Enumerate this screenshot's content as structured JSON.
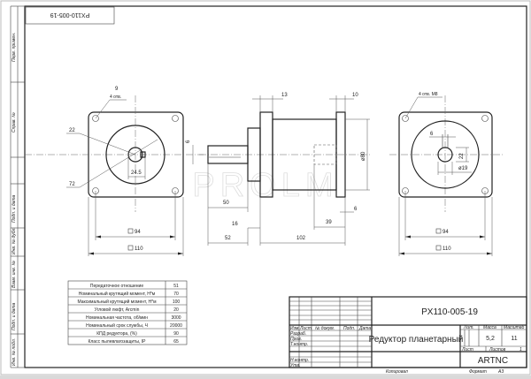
{
  "sheet": {
    "designation_rotated": "PX110-005-19",
    "designation": "PX110-005-19",
    "title": "Редуктор планетарный",
    "mass": "5.2",
    "scale": "1:1",
    "company": "ARTNC",
    "format_label": "Формат",
    "format_value": "A3",
    "copied_label": "Копировал",
    "sheet_label": "Лист",
    "sheets_label": "Листов",
    "sheets_value": "1",
    "lit_label": "Лит.",
    "mass_label": "Масса",
    "scale_label": "Масштаб",
    "scale_value": "1:1",
    "mass_value": "5,2",
    "scale_display": "11"
  },
  "title_block_rows": {
    "header": [
      "Изм.",
      "Лист",
      "№ докум.",
      "Подп.",
      "Дата"
    ],
    "roles": [
      "Разраб.",
      "Пров.",
      "Т.контр.",
      "",
      "Н.контр.",
      "Утв."
    ]
  },
  "left_margin": {
    "labels": [
      "Перв. примен.",
      "Справ. №",
      "Подп. и дата",
      "Инв. № дубл.",
      "Взам. инв. №",
      "Подп. и дата",
      "Инв. № подл."
    ]
  },
  "spec_table": {
    "rows": [
      {
        "param": "Передаточное отношение",
        "value": "51"
      },
      {
        "param": "Номинальный крутящий момент, Н*м",
        "value": "70"
      },
      {
        "param": "Максимальный крутящий момент, Н*м",
        "value": "100"
      },
      {
        "param": "Угловой люфт, Arcmin",
        "value": "20"
      },
      {
        "param": "Номинальная частота, об/мин",
        "value": "3000"
      },
      {
        "param": "Номинальный срок службы, Ч",
        "value": "20000"
      },
      {
        "param": "КПД редуктора, (%)",
        "value": "90"
      },
      {
        "param": "Класс пылевлагозащиты, IP",
        "value": "65"
      }
    ]
  },
  "drawing": {
    "watermark": "PROLM",
    "left_view": {
      "hole_dim": "9",
      "hole_count": "4 отв.",
      "dim_22": "22",
      "dim_72": "72",
      "dim_key": "6",
      "dim_245": "24.5",
      "dim_sq94": "94",
      "dim_sq110": "110"
    },
    "side_view": {
      "dim_13": "13",
      "dim_10": "10",
      "dim_dia80": "ø80",
      "dim_50": "50",
      "dim_16": "16",
      "dim_52": "52",
      "dim_102": "102",
      "dim_39": "39",
      "dim_6": "6"
    },
    "right_view": {
      "holes": "4 отв. M8",
      "dim_6": "6",
      "dim_22": "22",
      "dim_dia19": "ø19",
      "dim_sq94": "94",
      "dim_sq110": "110"
    }
  }
}
